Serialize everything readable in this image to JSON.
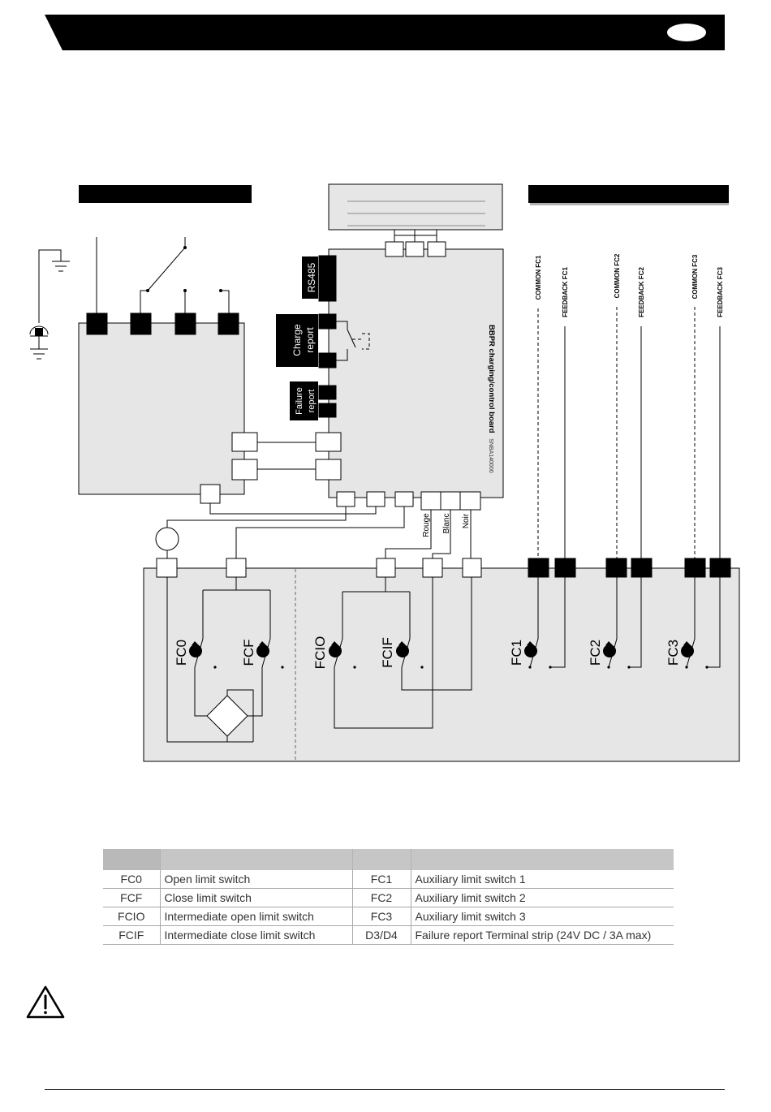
{
  "diagram": {
    "rs485_label": "RS485",
    "charge_report_label": {
      "line1": "Charge",
      "line2": "report"
    },
    "failure_report_label": {
      "line1": "Failure",
      "line2": "report"
    },
    "board_label": "BBPR charging/control board",
    "board_code": "SNBA140000",
    "wire_colors": [
      "Rouge",
      "Blanc",
      "Noir"
    ],
    "aux_terminals": [
      "COMMON FC1",
      "FEEDBACK FC1",
      "COMMON FC2",
      "FEEDBACK FC2",
      "COMMON FC3",
      "FEEDBACK FC3"
    ],
    "limit_switches": [
      "FC0",
      "FCF",
      "FCIO",
      "FCIF",
      "FC1",
      "FC2",
      "FC3"
    ]
  },
  "table": {
    "rows": [
      {
        "code_a": "FC0",
        "desc_a": "Open limit switch",
        "code_b": "FC1",
        "desc_b": "Auxiliary limit switch 1"
      },
      {
        "code_a": "FCF",
        "desc_a": "Close limit switch",
        "code_b": "FC2",
        "desc_b": "Auxiliary limit switch 2"
      },
      {
        "code_a": "FCIO",
        "desc_a": "Intermediate open limit switch",
        "code_b": "FC3",
        "desc_b": "Auxiliary limit switch 3"
      },
      {
        "code_a": "FCIF",
        "desc_a": "Intermediate close limit switch",
        "code_b": "D3/D4",
        "desc_b": "Failure report Terminal strip (24V DC / 3A max)"
      }
    ]
  },
  "icons": {
    "warning": "warning-triangle-icon",
    "limit_switch": "limit-switch-bulb-icon",
    "ground": "ground-icon",
    "page_badge": "page-number-badge"
  },
  "colors": {
    "header_bar": "#000000",
    "panel_fill": "#e6e6e6",
    "table_header": "#c6c6c6",
    "terminal_dark": "#000000"
  }
}
